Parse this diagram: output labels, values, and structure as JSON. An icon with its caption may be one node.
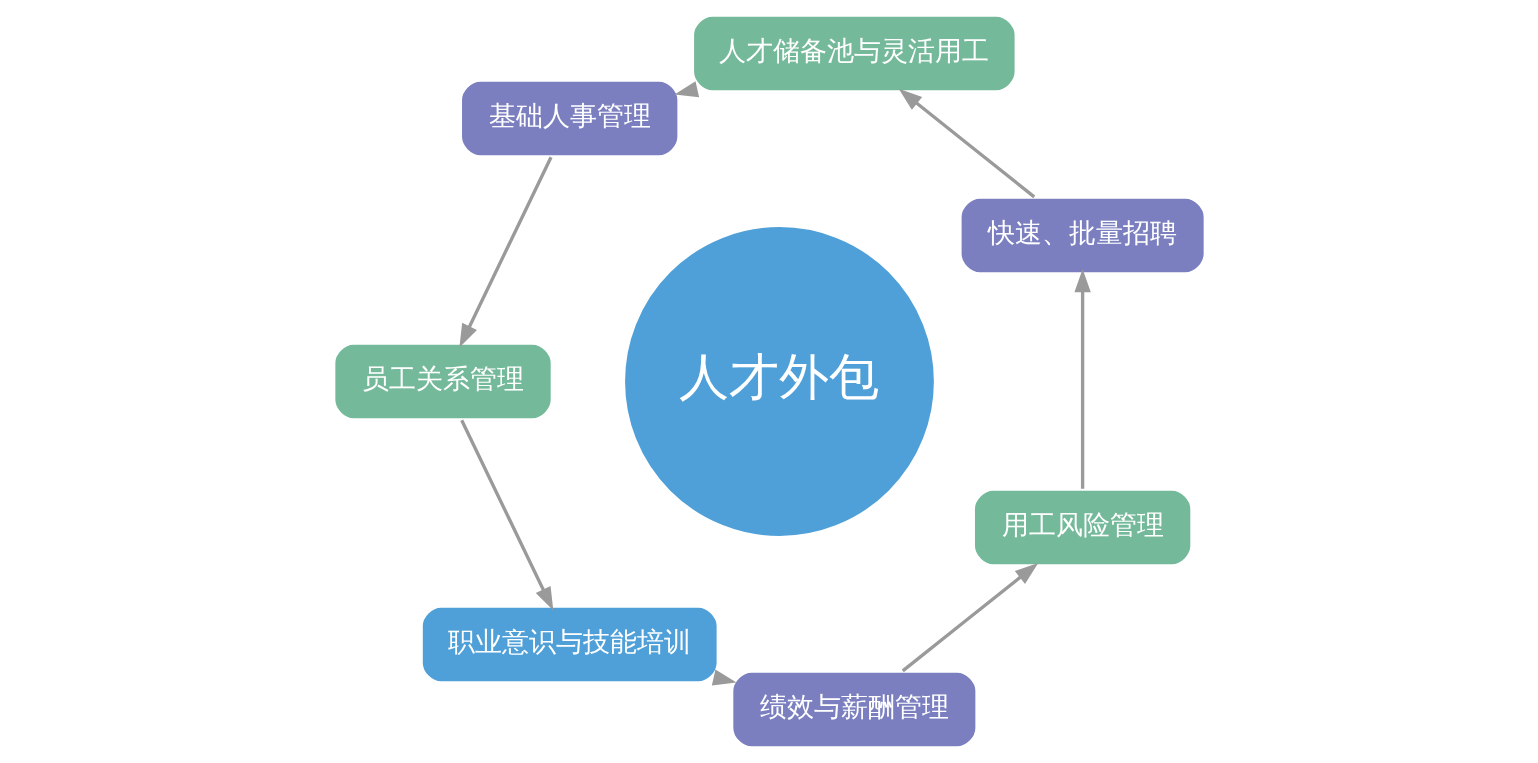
{
  "diagram": {
    "nodes": [
      {
        "text": [
          "人才外包"
        ]
      },
      {
        "text": [
          "快速、批量招聘"
        ]
      },
      {
        "text": [
          "人才储备池与灵活用工"
        ]
      },
      {
        "text": [
          "基础人事管理"
        ]
      },
      {
        "text": [
          "员工关系管理"
        ]
      },
      {
        "text": [
          "职业意识与技能培训"
        ]
      },
      {
        "text": [
          "绩效与薪酬管理"
        ]
      },
      {
        "text": [
          "用工风险管理"
        ]
      }
    ],
    "edges": [
      {
        "from": 1,
        "to": 2,
        "arrow": "to"
      },
      {
        "from": 2,
        "to": 3,
        "arrow": "to"
      },
      {
        "from": 3,
        "to": 4,
        "arrow": "to"
      },
      {
        "from": 4,
        "to": 5,
        "arrow": "to"
      },
      {
        "from": 5,
        "to": 6,
        "arrow": "to"
      },
      {
        "from": 6,
        "to": 7,
        "arrow": "to"
      },
      {
        "from": 7,
        "to": 1,
        "arrow": "to"
      }
    ]
  }
}
